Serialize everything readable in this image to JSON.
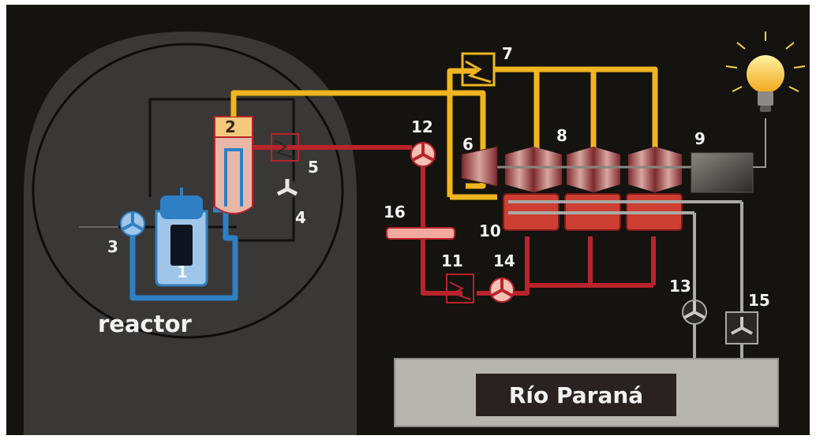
{
  "labels": {
    "reactor": "reactor",
    "river": "Río Paraná"
  },
  "component_numbers": [
    "1",
    "2",
    "3",
    "4",
    "5",
    "6",
    "7",
    "8",
    "9",
    "10",
    "11",
    "12",
    "13",
    "14",
    "15",
    "16"
  ],
  "colors": {
    "background": "#15130f",
    "containment": "#3a3836",
    "primary_loop": "#2f7fc4",
    "steam_line": "#f0b61f",
    "condensate_line": "#b9232b",
    "cooling_water": "#a9a9a6",
    "river_box": "#b7b5af",
    "label_text": "#f2f2f2"
  },
  "icons": [
    "pump-icon",
    "heat-exchanger-icon",
    "turbine-icon",
    "generator-icon",
    "light-bulb-icon"
  ]
}
